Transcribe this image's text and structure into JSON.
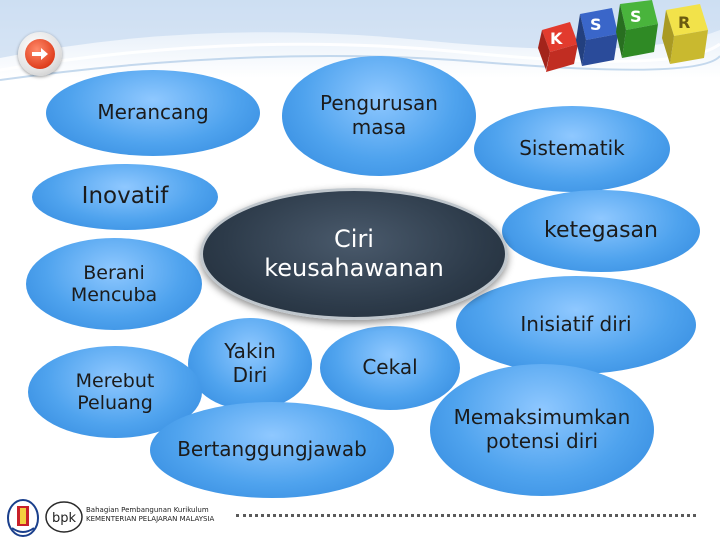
{
  "slide": {
    "center_label": "Ciri\nkeusahawanan",
    "bubbles": [
      {
        "id": "merancang",
        "label": "Merancang"
      },
      {
        "id": "pengurusan-masa",
        "label": "Pengurusan\nmasa"
      },
      {
        "id": "sistematik",
        "label": "Sistematik"
      },
      {
        "id": "inovatif",
        "label": "Inovatif"
      },
      {
        "id": "ketegasan",
        "label": "ketegasan"
      },
      {
        "id": "berani-mencuba",
        "label": "Berani\nMencuba"
      },
      {
        "id": "inisiatif-diri",
        "label": "Inisiatif diri"
      },
      {
        "id": "yakin-diri",
        "label": "Yakin\nDiri"
      },
      {
        "id": "cekal",
        "label": "Cekal"
      },
      {
        "id": "merebut-peluang",
        "label": "Merebut\nPeluang"
      },
      {
        "id": "memaksimumkan-potensi-diri",
        "label": "Memaksimumkan\npotensi diri"
      },
      {
        "id": "bertanggungjawab",
        "label": "Bertanggungjawab"
      }
    ]
  },
  "header": {
    "nav_icon": "arrow-right-icon",
    "cube_letters": [
      "K",
      "S",
      "S",
      "R"
    ]
  },
  "footer": {
    "org_line_1": "Bahagian Pembangunan Kurikulum",
    "org_line_2": "KEMENTERIAN PELAJARAN MALAYSIA",
    "logo_text": "bpk"
  },
  "colors": {
    "bubble": "#4fa3ee",
    "center": "#2d3b4a",
    "nav_button": "#e0401f"
  }
}
